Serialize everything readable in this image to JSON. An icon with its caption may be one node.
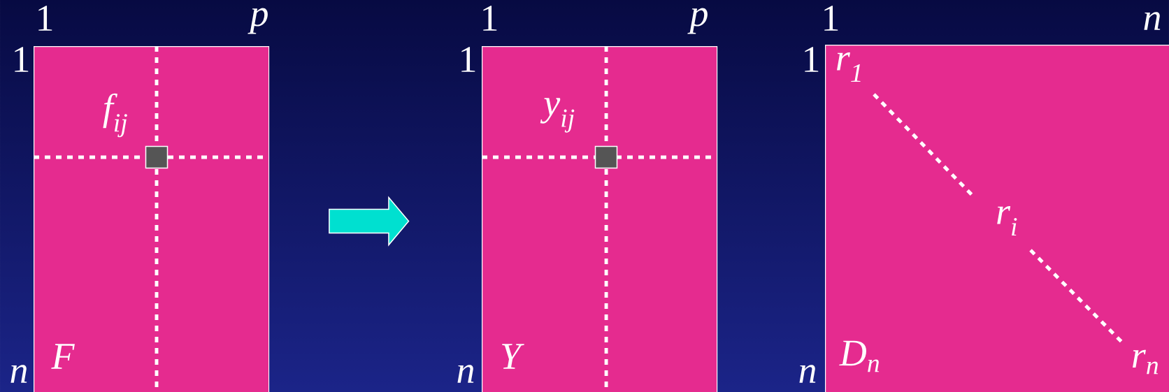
{
  "diagram": {
    "nodes": [
      {
        "text": [
          "F",
          "f$_{ij}$"
        ]
      },
      {
        "text": [],
        "shape": "box",
        "in": 0
      },
      {
        "text": [
          "Y",
          "y$_{ij}$"
        ]
      },
      {
        "text": [],
        "shape": "box",
        "in": 2
      },
      {
        "text": [
          "D$_{n}$",
          "r$_{1}$",
          "r$_{i}$",
          "r$_{n}$"
        ]
      }
    ],
    "edges": [
      {
        "from": 0,
        "to": 2,
        "arrow": "to"
      }
    ],
    "labels": [
      "1",
      "p",
      "1",
      "n",
      "1",
      "p",
      "1",
      "n",
      "1",
      "n",
      "1",
      "n"
    ]
  }
}
